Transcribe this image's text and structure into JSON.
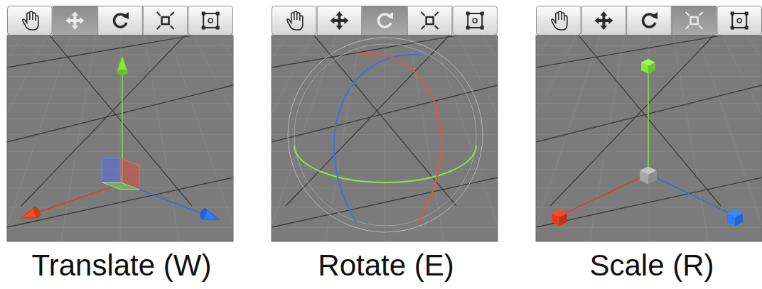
{
  "diagram": {
    "labels": [
      "Translate (W)",
      "Rotate (E)",
      "Scale (R)"
    ]
  }
}
